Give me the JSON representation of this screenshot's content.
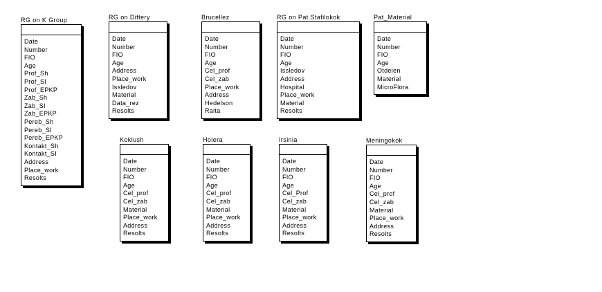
{
  "entities": [
    {
      "title": "RG on K Group",
      "attributes": [
        "Date",
        "Number",
        "FIO",
        "Age",
        "Prof_Sh",
        "Prof_SI",
        "Prof_EPKP",
        "Zab_Sh",
        "Zab_SI",
        "Zab_EPKP",
        "Pereb_Sh",
        "Pereb_SI",
        "Pereb_EPKP",
        "Kontakt_Sh",
        "Kontakt_SI",
        "Address",
        "Place_work",
        "Resolts"
      ]
    },
    {
      "title": "RG on Diftery",
      "attributes": [
        "Date",
        "Number",
        "FIO",
        "Age",
        "Address",
        "Place_work",
        "Issledov",
        "Material",
        "Data_rez",
        "Resolts"
      ]
    },
    {
      "title": "Brucellez",
      "attributes": [
        "Date",
        "Number",
        "FIO",
        "Age",
        "Cel_prof",
        "Cel_zab",
        "Place_work",
        "Address",
        "Hedelson",
        "Raita"
      ]
    },
    {
      "title": "RG on Pat.Stafilokok",
      "attributes": [
        "Date",
        "Number",
        "FIO",
        "Age",
        "Issledov",
        "Address",
        "Hospital",
        "Place_work",
        "Material",
        "Resolts"
      ]
    },
    {
      "title": "Pat_Material",
      "attributes": [
        "Date",
        "Number",
        "FIO",
        "Age",
        "Otdelen",
        "Material",
        "MicroFlora"
      ]
    },
    {
      "title": "Koklush",
      "attributes": [
        "Date",
        "Number",
        "FIO",
        "Age",
        "Cel_prof",
        "Cel_zab",
        "Material",
        "Place_work",
        "Address",
        "Resolts"
      ]
    },
    {
      "title": "Holera",
      "attributes": [
        "Date",
        "Number",
        "FIO",
        "Age",
        "Cel_prof",
        "Cel_zab",
        "Material",
        "Place_work",
        "Address",
        "Resolts"
      ]
    },
    {
      "title": "Irsinia",
      "attributes": [
        "Date",
        "Number",
        "FIO",
        "Age",
        "Cel_Prof",
        "Cel_zab",
        "Material",
        "Place_work",
        "Address",
        "Resolts"
      ]
    },
    {
      "title": "Meningokok",
      "attributes": [
        "Date",
        "Number",
        "FIO",
        "Age",
        "Cel_prof",
        "Cel_zab",
        "Material",
        "Place_work",
        "Address",
        "Resolts"
      ]
    }
  ]
}
